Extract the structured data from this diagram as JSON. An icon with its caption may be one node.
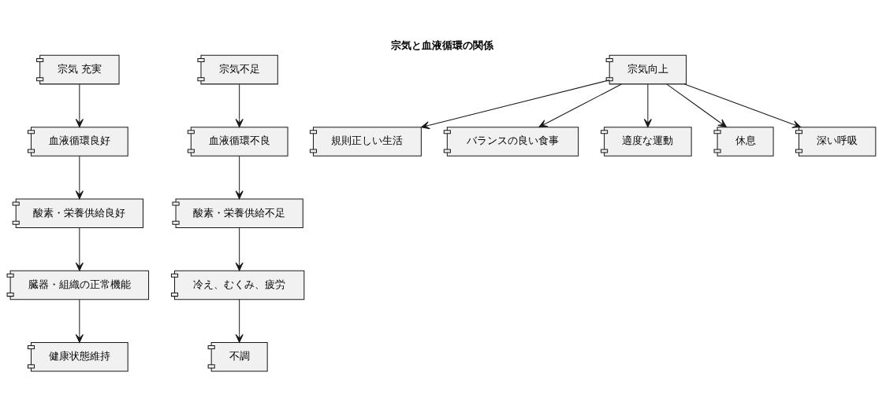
{
  "diagram": {
    "title": "宗気と血液循環の関係",
    "nodes": [
      {
        "text": [
          "宗気 充実"
        ]
      },
      {
        "text": [
          "血液循環良好"
        ]
      },
      {
        "text": [
          "酸素・栄養供給良好"
        ]
      },
      {
        "text": [
          "臓器・組織の正常機能"
        ]
      },
      {
        "text": [
          "健康状態維持"
        ]
      },
      {
        "text": [
          "宗気不足"
        ]
      },
      {
        "text": [
          "血液循環不良"
        ]
      },
      {
        "text": [
          "酸素・栄養供給不足"
        ]
      },
      {
        "text": [
          "冷え、むくみ、疲労"
        ]
      },
      {
        "text": [
          "不調"
        ]
      },
      {
        "text": [
          "宗気向上"
        ]
      },
      {
        "text": [
          "規則正しい生活"
        ]
      },
      {
        "text": [
          "バランスの良い食事"
        ]
      },
      {
        "text": [
          "適度な運動"
        ]
      },
      {
        "text": [
          "休息"
        ]
      },
      {
        "text": [
          "深い呼吸"
        ]
      }
    ],
    "edges": [
      {
        "from": 0,
        "to": 1,
        "arrow": "to"
      },
      {
        "from": 1,
        "to": 2,
        "arrow": "to"
      },
      {
        "from": 2,
        "to": 3,
        "arrow": "to"
      },
      {
        "from": 3,
        "to": 4,
        "arrow": "to"
      },
      {
        "from": 5,
        "to": 6,
        "arrow": "to"
      },
      {
        "from": 6,
        "to": 7,
        "arrow": "to"
      },
      {
        "from": 7,
        "to": 8,
        "arrow": "to"
      },
      {
        "from": 8,
        "to": 9,
        "arrow": "to"
      },
      {
        "from": 10,
        "to": 11,
        "arrow": "to"
      },
      {
        "from": 10,
        "to": 12,
        "arrow": "to"
      },
      {
        "from": 10,
        "to": 13,
        "arrow": "to"
      },
      {
        "from": 10,
        "to": 14,
        "arrow": "to"
      },
      {
        "from": 10,
        "to": 15,
        "arrow": "to"
      }
    ]
  }
}
